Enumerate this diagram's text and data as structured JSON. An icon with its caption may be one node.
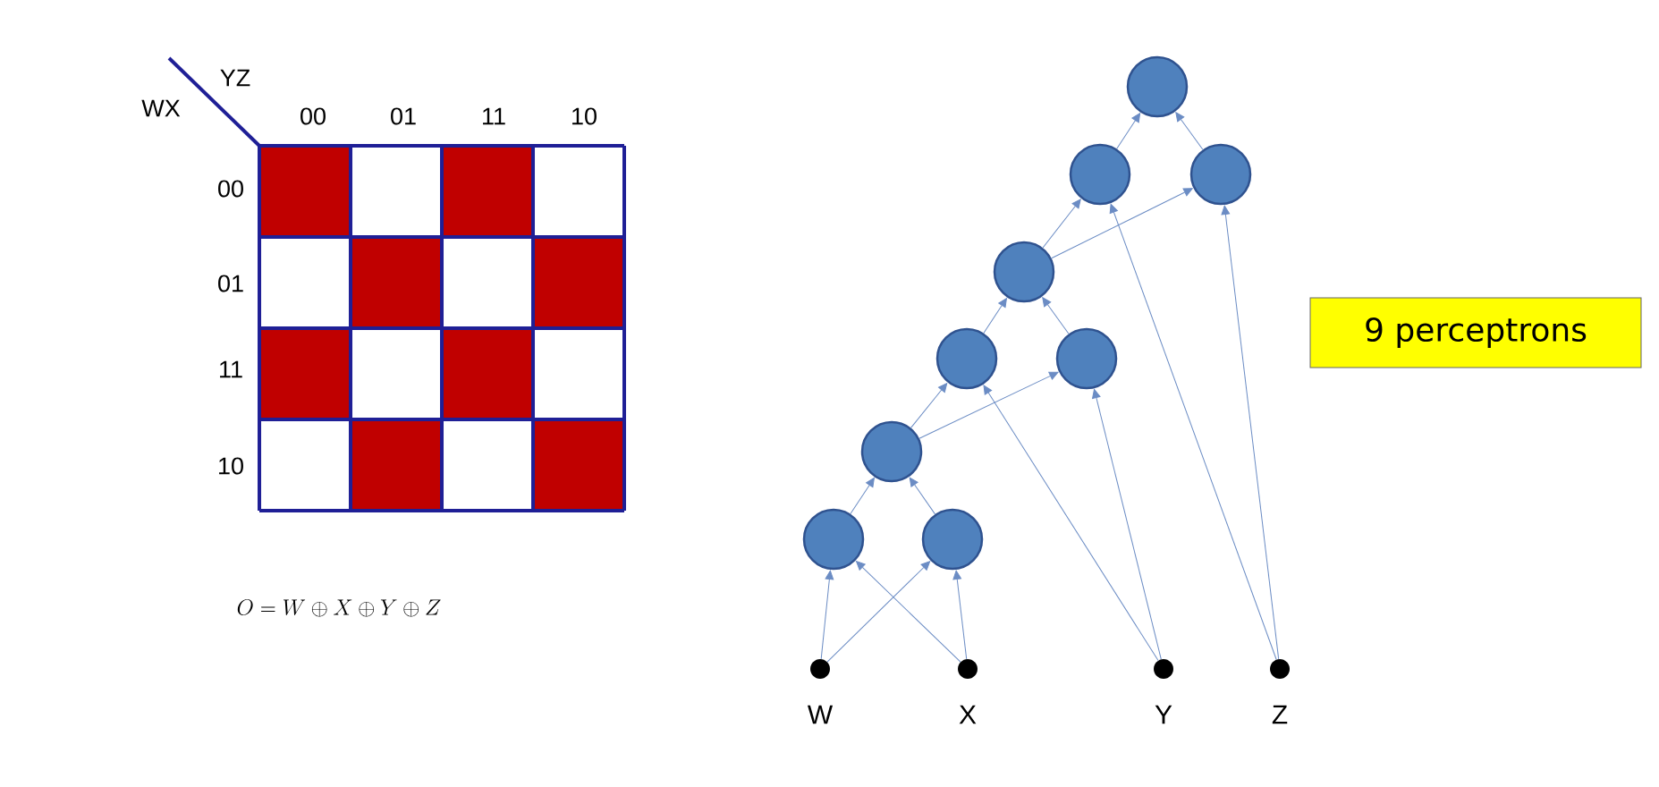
{
  "diagram": {
    "nodes": [
      {
        "text": [],
        "shape": "circle"
      },
      {
        "text": [],
        "shape": "circle"
      },
      {
        "text": [],
        "shape": "circle"
      },
      {
        "text": [],
        "shape": "circle"
      },
      {
        "text": [
          "9 perceptrons"
        ]
      },
      {
        "text": [],
        "shape": "circle"
      },
      {
        "text": [],
        "shape": "circle"
      },
      {
        "text": [],
        "shape": "circle"
      },
      {
        "text": [],
        "shape": "circle"
      },
      {
        "text": [],
        "shape": "circle"
      },
      {
        "text": [
          "W"
        ]
      },
      {
        "text": [
          "X"
        ]
      },
      {
        "text": [
          "Y"
        ]
      },
      {
        "text": [
          "Z"
        ]
      }
    ],
    "edges": [
      {
        "from": 10,
        "to": 8,
        "arrow": "to"
      },
      {
        "from": 10,
        "to": 9,
        "arrow": "to"
      },
      {
        "from": 11,
        "to": 8,
        "arrow": "to"
      },
      {
        "from": 11,
        "to": 9,
        "arrow": "to"
      },
      {
        "from": 8,
        "to": 7,
        "arrow": "to"
      },
      {
        "from": 9,
        "to": 7,
        "arrow": "to"
      },
      {
        "from": 7,
        "to": 5,
        "arrow": "to"
      },
      {
        "from": 7,
        "to": 6,
        "arrow": "to"
      },
      {
        "from": 12,
        "to": 5,
        "arrow": "to"
      },
      {
        "from": 12,
        "to": 6,
        "arrow": "to"
      },
      {
        "from": 5,
        "to": 3,
        "arrow": "to"
      },
      {
        "from": 6,
        "to": 3,
        "arrow": "to"
      },
      {
        "from": 3,
        "to": 1,
        "arrow": "to"
      },
      {
        "from": 3,
        "to": 2,
        "arrow": "to"
      },
      {
        "from": 13,
        "to": 1,
        "arrow": "to"
      },
      {
        "from": 13,
        "to": 2,
        "arrow": "to"
      },
      {
        "from": 1,
        "to": 0,
        "arrow": "to"
      },
      {
        "from": 2,
        "to": 0,
        "arrow": "to"
      }
    ],
    "labels": [
      "YZ",
      "WX",
      "00",
      "01",
      "11",
      "10",
      "00",
      "01",
      "11",
      "10",
      "O = W \\oplus X \\oplus Y \\oplus Z"
    ]
  }
}
